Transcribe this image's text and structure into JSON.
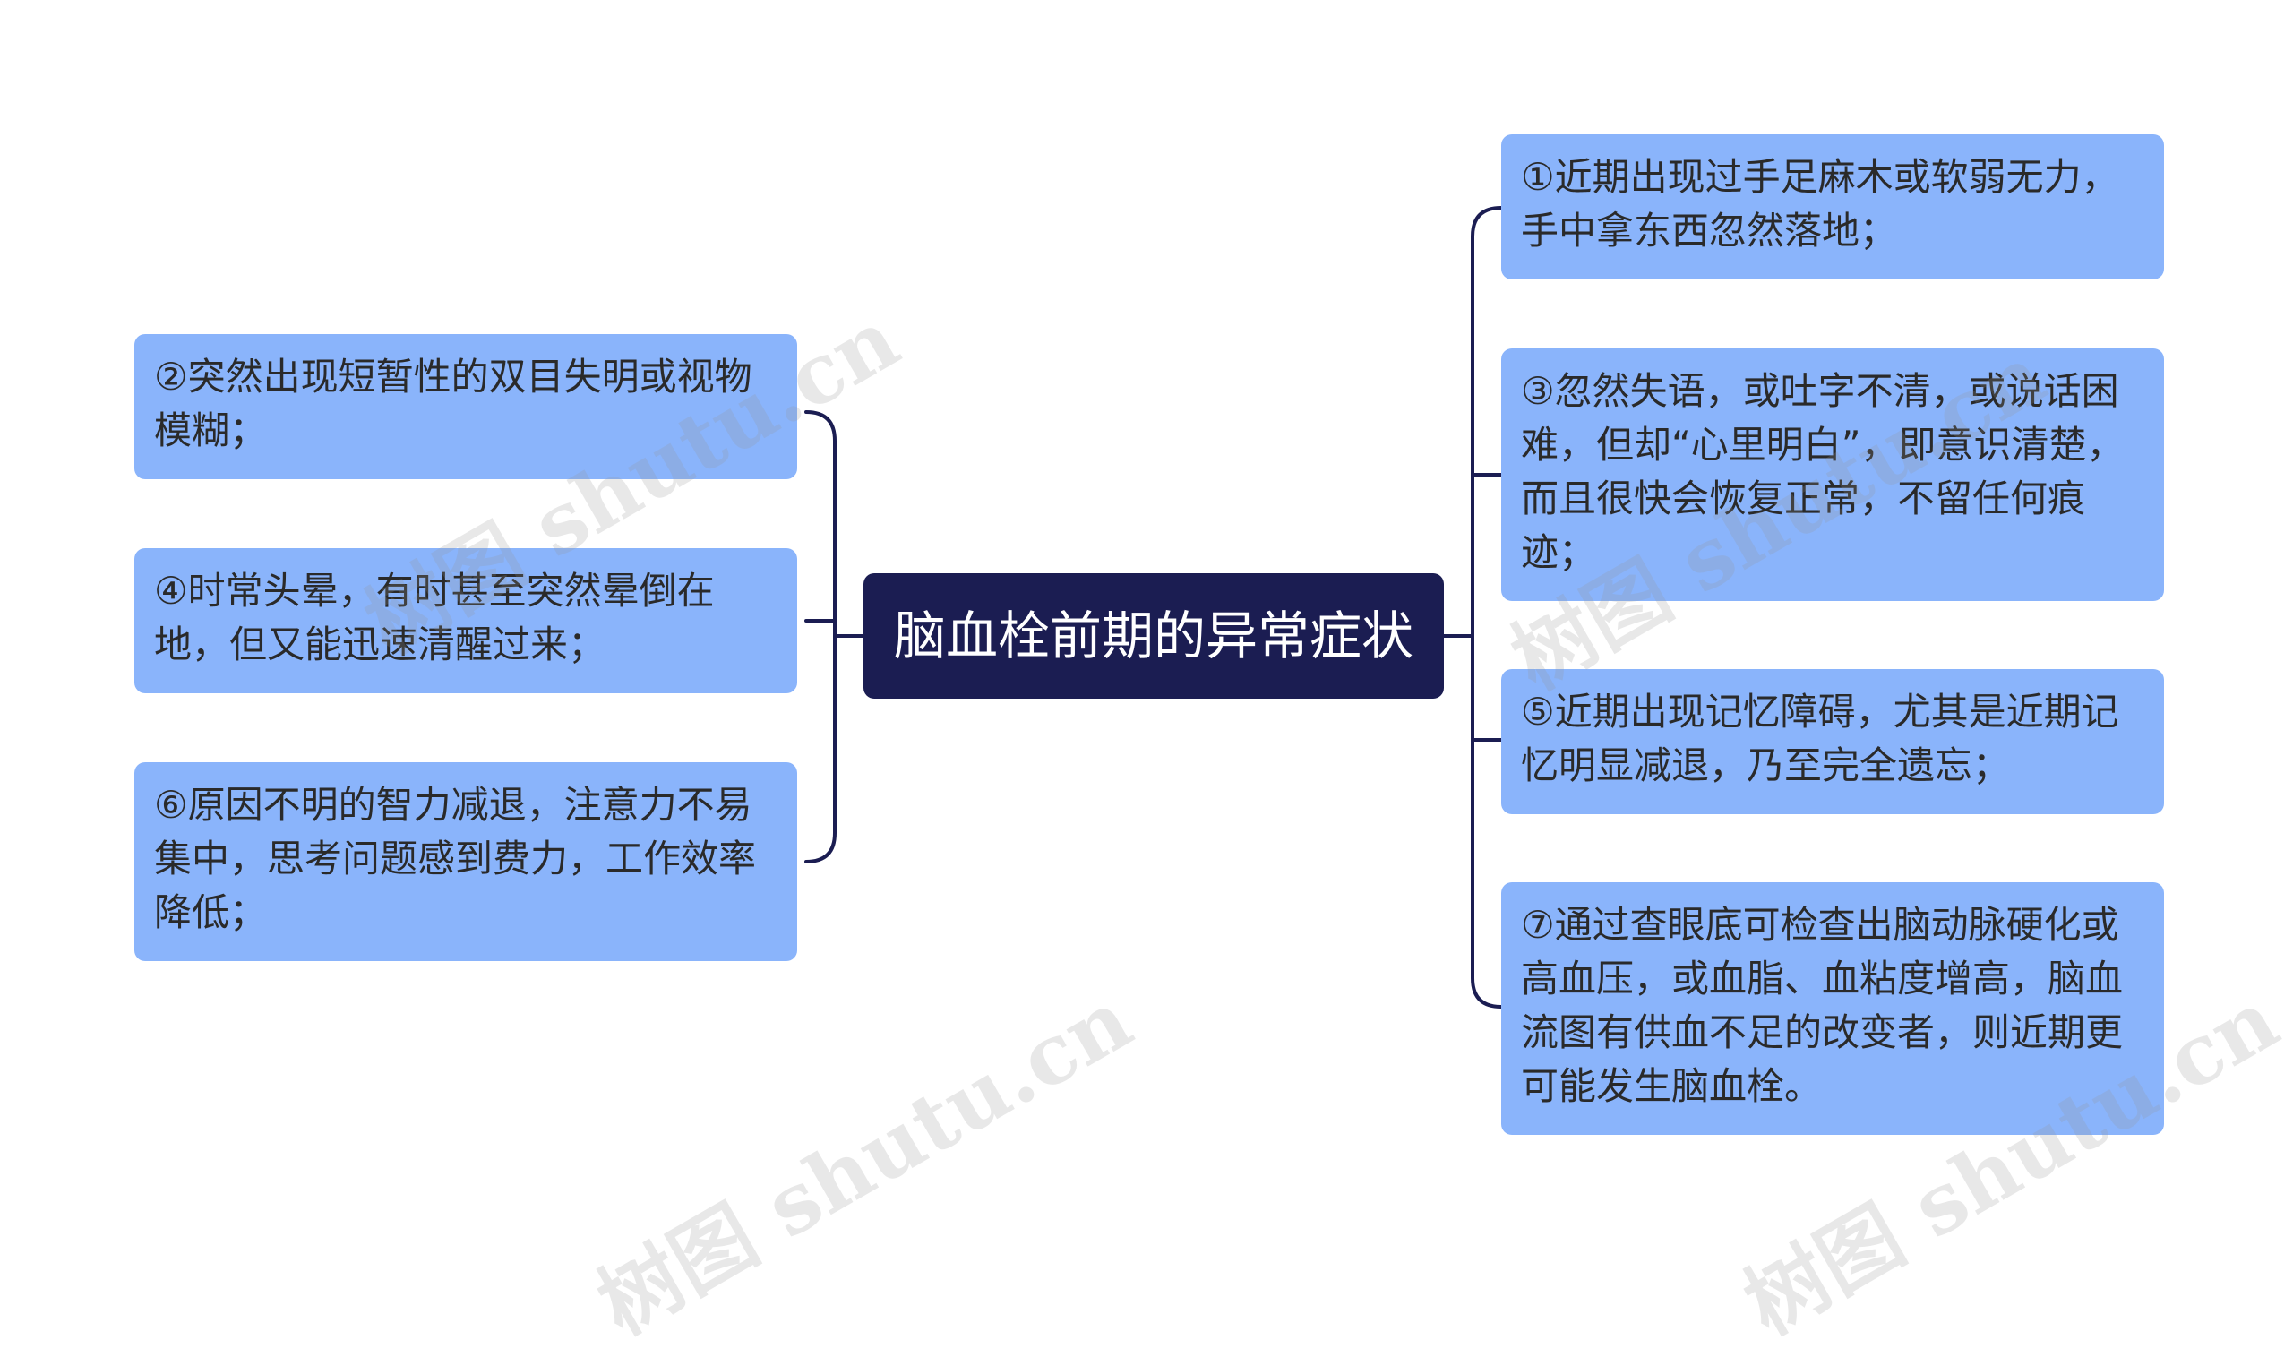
{
  "mindmap": {
    "center": "脑血栓前期的异常症状",
    "left_nodes": [
      {
        "text": "②突然出现短暂性的双目失明或视物模糊；"
      },
      {
        "text": "④时常头晕，有时甚至突然晕倒在地，但又能迅速清醒过来；"
      },
      {
        "text": "⑥原因不明的智力减退，注意力不易集中，思考问题感到费力，工作效率降低；"
      }
    ],
    "right_nodes": [
      {
        "text": "①近期出现过手足麻木或软弱无力，手中拿东西忽然落地；"
      },
      {
        "text": "③忽然失语，或吐字不清，或说话困难，但却“心里明白”，即意识清楚，而且很快会恢复正常，不留任何痕迹；"
      },
      {
        "text": "⑤近期出现记忆障碍，尤其是近期记忆明显减退，乃至完全遗忘；"
      },
      {
        "text": "⑦通过查眼底可检查出脑动脉硬化或高血压，或血脂、血粘度增高，脑血流图有供血不足的改变者，则近期更可能发生脑血栓。"
      }
    ]
  },
  "watermark": {
    "text": "树图 shutu.cn"
  },
  "colors": {
    "center_bg": "#1b1d52",
    "node_bg": "#8ab4fb",
    "line": "#1b1d52"
  }
}
